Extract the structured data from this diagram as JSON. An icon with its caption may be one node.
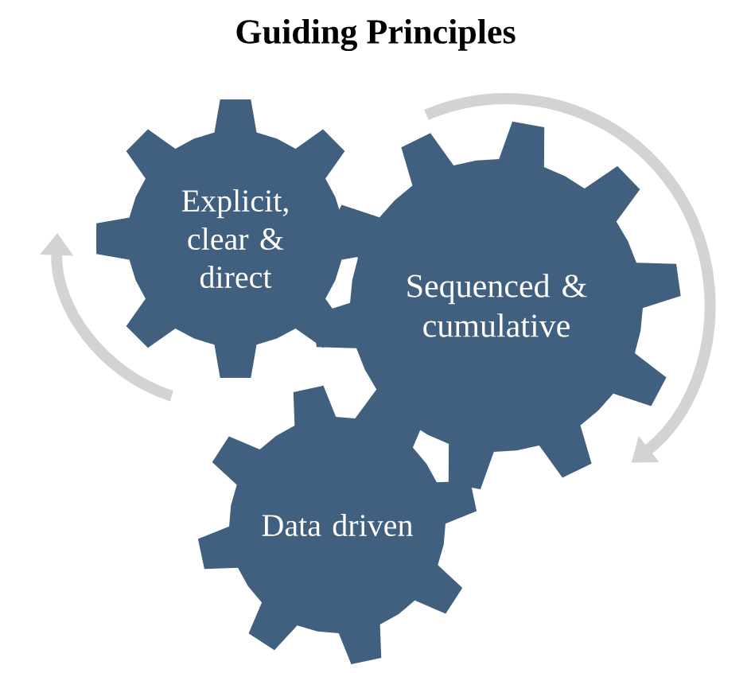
{
  "diagram": {
    "title": "Guiding Principles",
    "nodes": [
      {
        "text": [
          "Explicit, clear & direct"
        ]
      },
      {
        "text": [
          "Sequenced & cumulative"
        ]
      },
      {
        "text": [
          "Data driven"
        ]
      }
    ]
  }
}
